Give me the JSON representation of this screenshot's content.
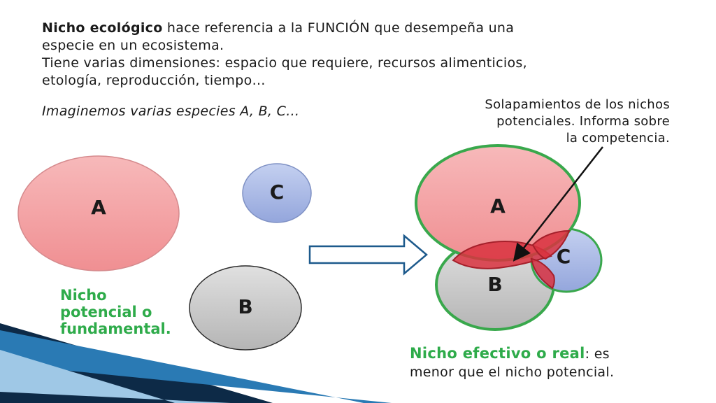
{
  "intro": {
    "term": "Nicho ecológico",
    "line1_rest": " hace referencia a la FUNCIÓN que desempeña una",
    "line2": "especie en un ecosistema.",
    "line3": "Tiene varias dimensiones: espacio que requiere, recursos alimenticios,",
    "line4": "etología, reproducción, tiempo…"
  },
  "imagine": "Imaginemos varias especies A, B, C…",
  "overlap_note": {
    "line1": "Solapamientos de los nichos",
    "line2": "potenciales.  Informa sobre",
    "line3": "la competencia."
  },
  "left_diagram": {
    "labels": {
      "a": "A",
      "b": "B",
      "c": "C"
    },
    "caption": [
      "Nicho",
      "potencial o",
      "fundamental."
    ]
  },
  "right_diagram": {
    "labels": {
      "a": "A",
      "b": "B",
      "c": "C"
    }
  },
  "bottom_caption": {
    "highlight": "Nicho efectivo o real",
    "rest1": ": es",
    "line2": "menor que el nicho potencial."
  },
  "colors": {
    "circle_a": "#f4a7a9",
    "circle_b": "#c9c9c9",
    "circle_c": "#a9b8e3",
    "overlap": "#d9323f",
    "green_text": "#2eab4a",
    "green_outline": "#39a84c",
    "accent_blue": "#1d5a8c"
  }
}
